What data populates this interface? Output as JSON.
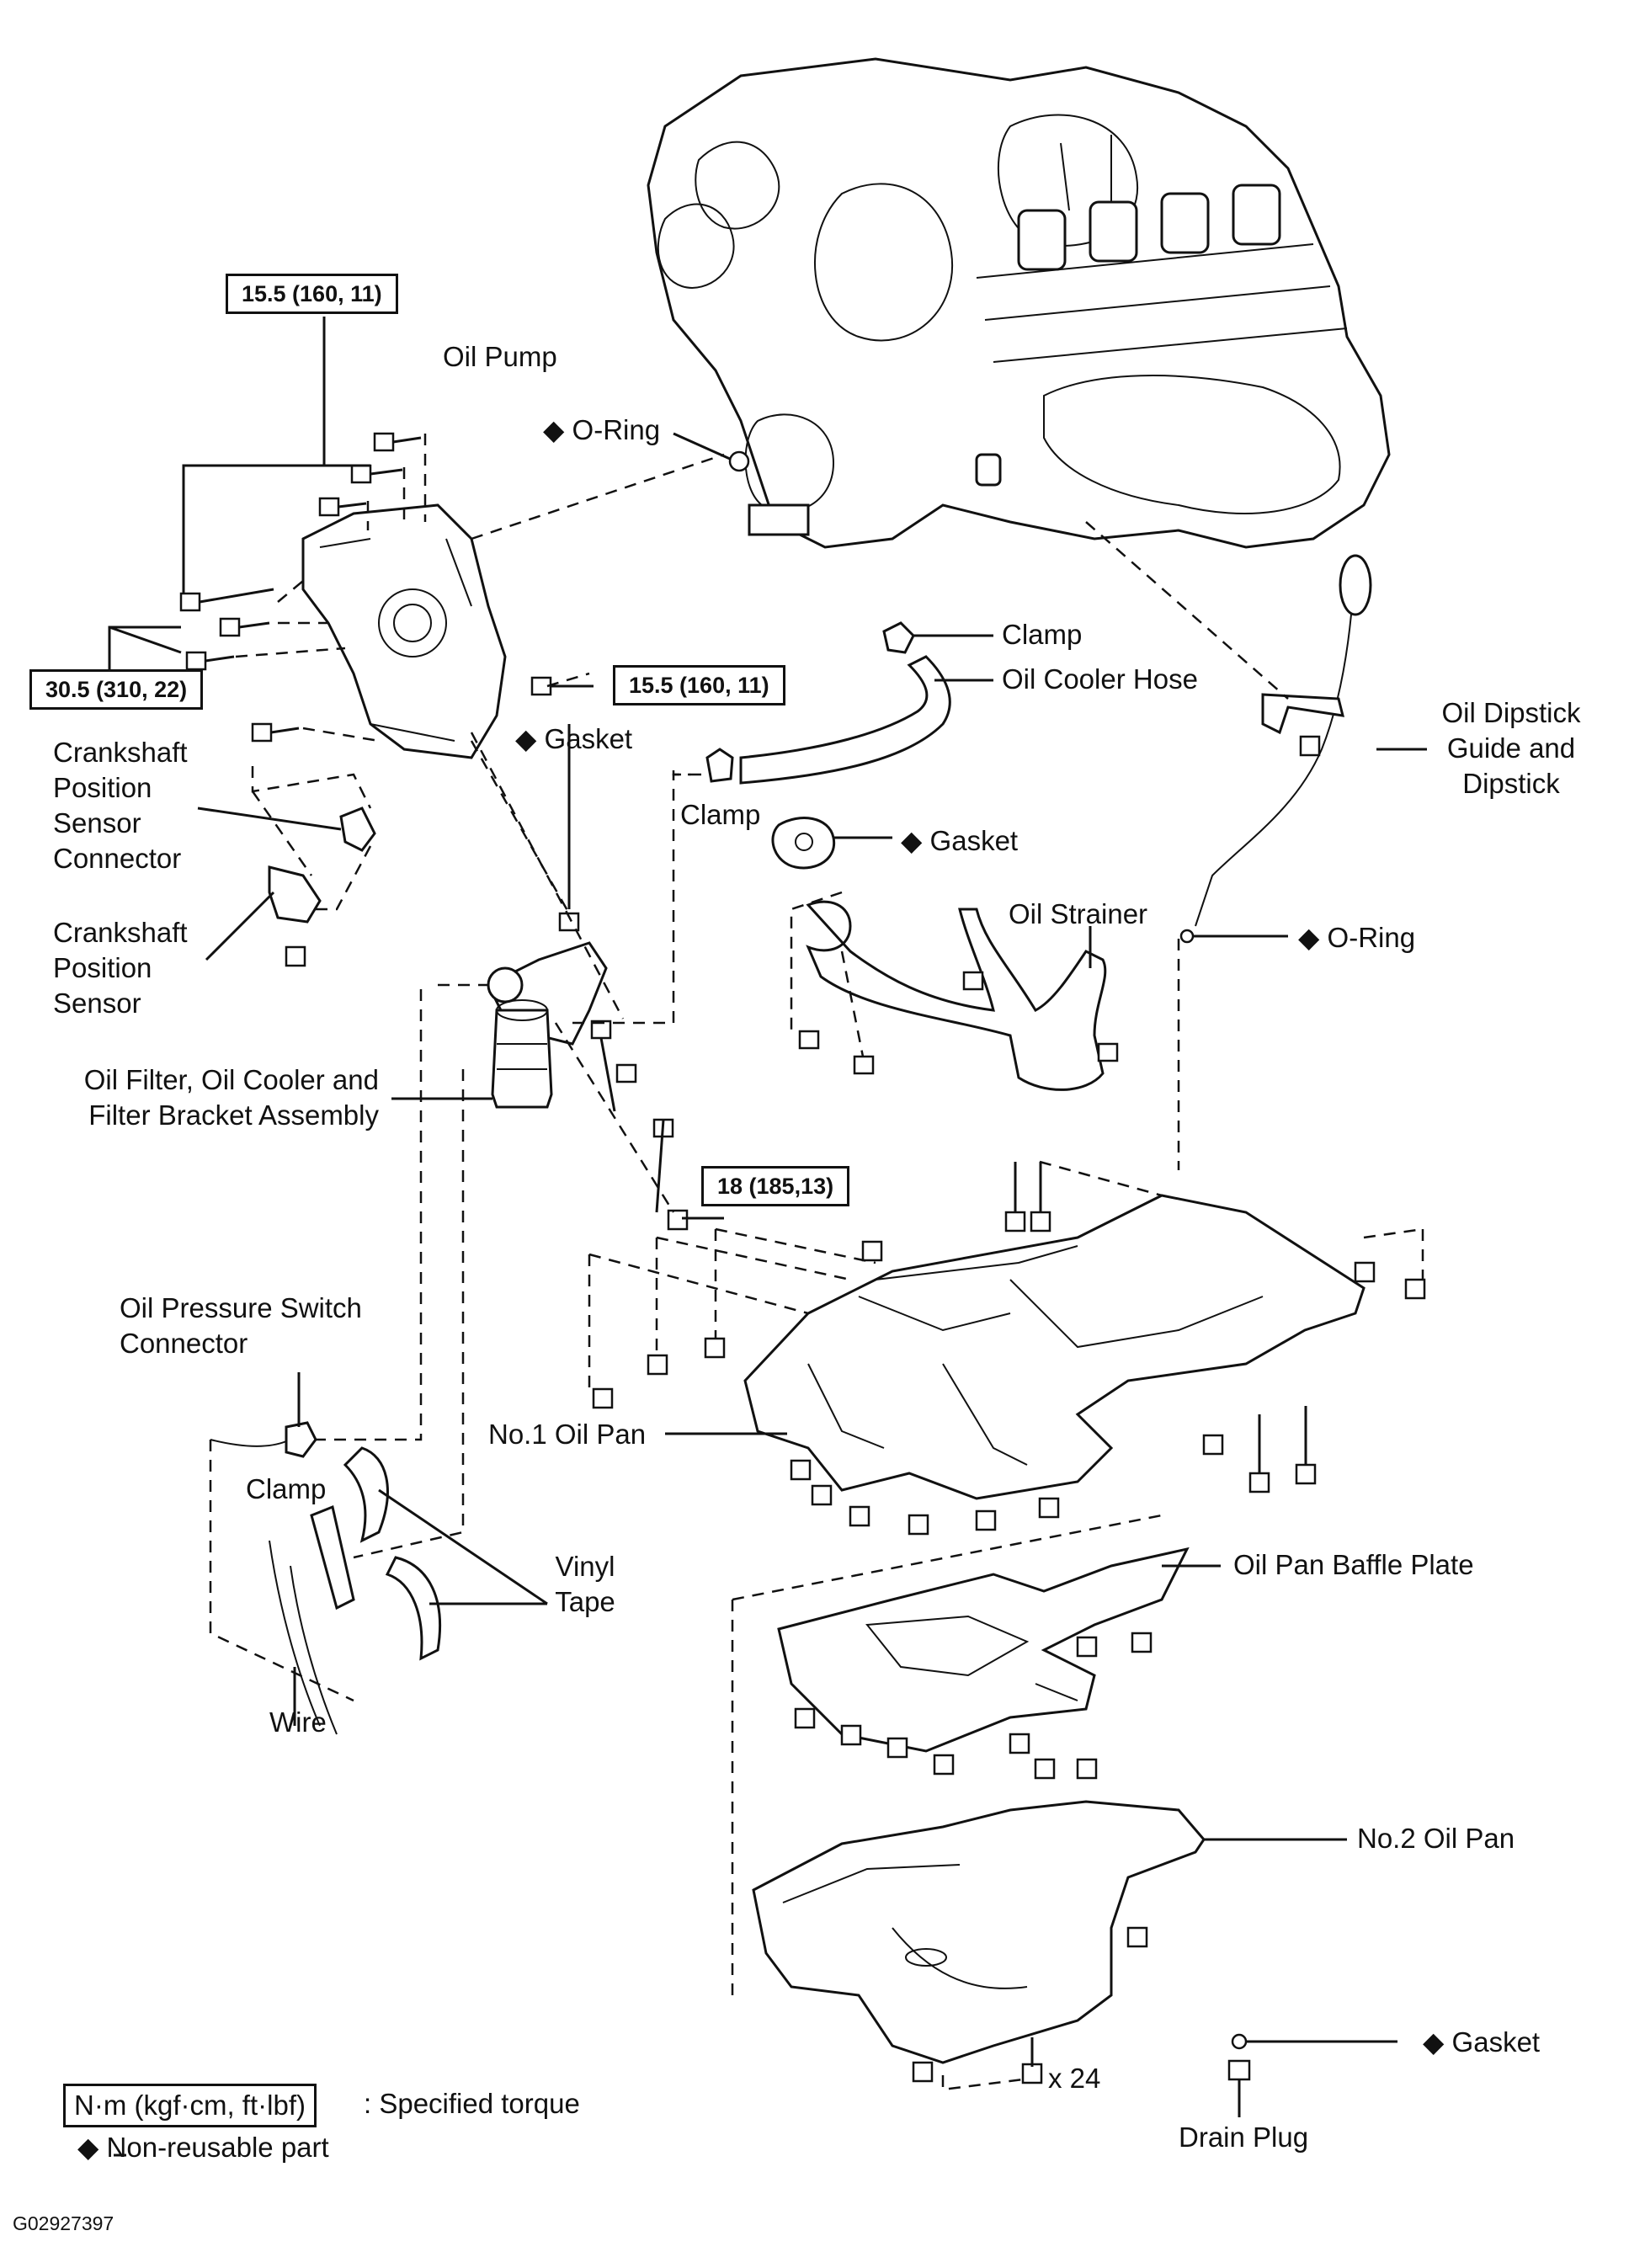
{
  "labels": {
    "oil_pump": "Oil Pump",
    "o_ring_top": "O-Ring",
    "clamp_top": "Clamp",
    "oil_cooler_hose": "Oil Cooler Hose",
    "oil_dipstick": [
      "Oil Dipstick",
      "Guide and",
      "Dipstick"
    ],
    "gasket_upper": "Gasket",
    "ckp_connector": [
      "Crankshaft",
      "Position",
      "Sensor",
      "Connector"
    ],
    "clamp_mid": "Clamp",
    "gasket_strainer": "Gasket",
    "oil_strainer": "Oil Strainer",
    "o_ring_dipstick": "O-Ring",
    "ckp_sensor": [
      "Crankshaft",
      "Position",
      "Sensor"
    ],
    "oil_filter_assy": [
      "Oil Filter, Oil Cooler and",
      "Filter Bracket Assembly"
    ],
    "ops_connector": [
      "Oil Pressure Switch",
      "Connector"
    ],
    "no1_oil_pan": "No.1 Oil Pan",
    "clamp_low": "Clamp",
    "vinyl_tape": [
      "Vinyl",
      "Tape"
    ],
    "oil_pan_baffle": "Oil Pan Baffle Plate",
    "wire": "Wire",
    "no2_oil_pan": "No.2 Oil Pan",
    "gasket_drain": "Gasket",
    "bolt_count": "x 24",
    "drain_plug": "Drain Plug"
  },
  "torque_specs": {
    "pump_top": "15.5 (160, 11)",
    "pump_left": "30.5 (310, 22)",
    "pump_right": "15.5 (160, 11)",
    "filter_bracket": "18 (185,13)"
  },
  "legend": {
    "unit_box": "N·m (kgf·cm, ft·lbf)",
    "unit_desc": ": Specified torque",
    "non_reusable": "Non-reusable part"
  },
  "figure_code": "G02927397"
}
